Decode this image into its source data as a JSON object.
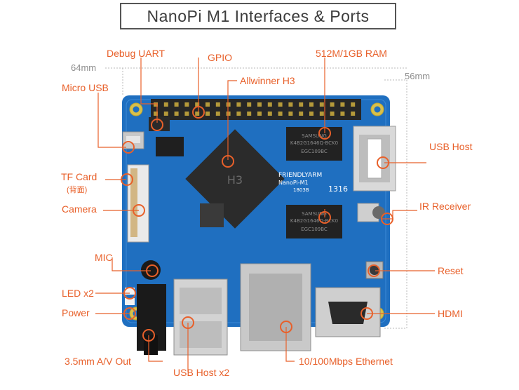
{
  "title": "NanoPi M1 Interfaces & Ports",
  "dimensions": {
    "width": "64mm",
    "height": "56mm"
  },
  "labels": {
    "debug_uart": "Debug UART",
    "gpio": "GPIO",
    "ram": "512M/1GB RAM",
    "micro_usb": "Micro USB",
    "allwinner": "Allwinner H3",
    "usb_host": "USB Host",
    "tf_card": "TF Card",
    "tf_card_note": "(背面)",
    "ir_receiver": "IR Receiver",
    "camera": "Camera",
    "mic": "MIC",
    "reset": "Reset",
    "led": "LED x2",
    "power": "Power",
    "hdmi": "HDMI",
    "av_out": "3.5mm A/V Out",
    "usb_host_x2": "USB Host x2",
    "ethernet": "10/100Mbps Ethernet"
  },
  "board": {
    "brand": "FRIENDLYARM",
    "model": "NanoPi-M1",
    "date": "1803B",
    "cpu_mark": "H3",
    "ram_chip_top": "SAMSUNG",
    "ram_chip_part": "K4B2G1646Q-BCK0",
    "ram_chip_code": "EGC109BC",
    "board_number": "1316"
  },
  "colors": {
    "accent": "#e8602a",
    "pcb": "#1f6fc0",
    "pcb_dark": "#16549a",
    "title_text": "#3c3c3c",
    "dim_text": "#8c8c8c"
  }
}
